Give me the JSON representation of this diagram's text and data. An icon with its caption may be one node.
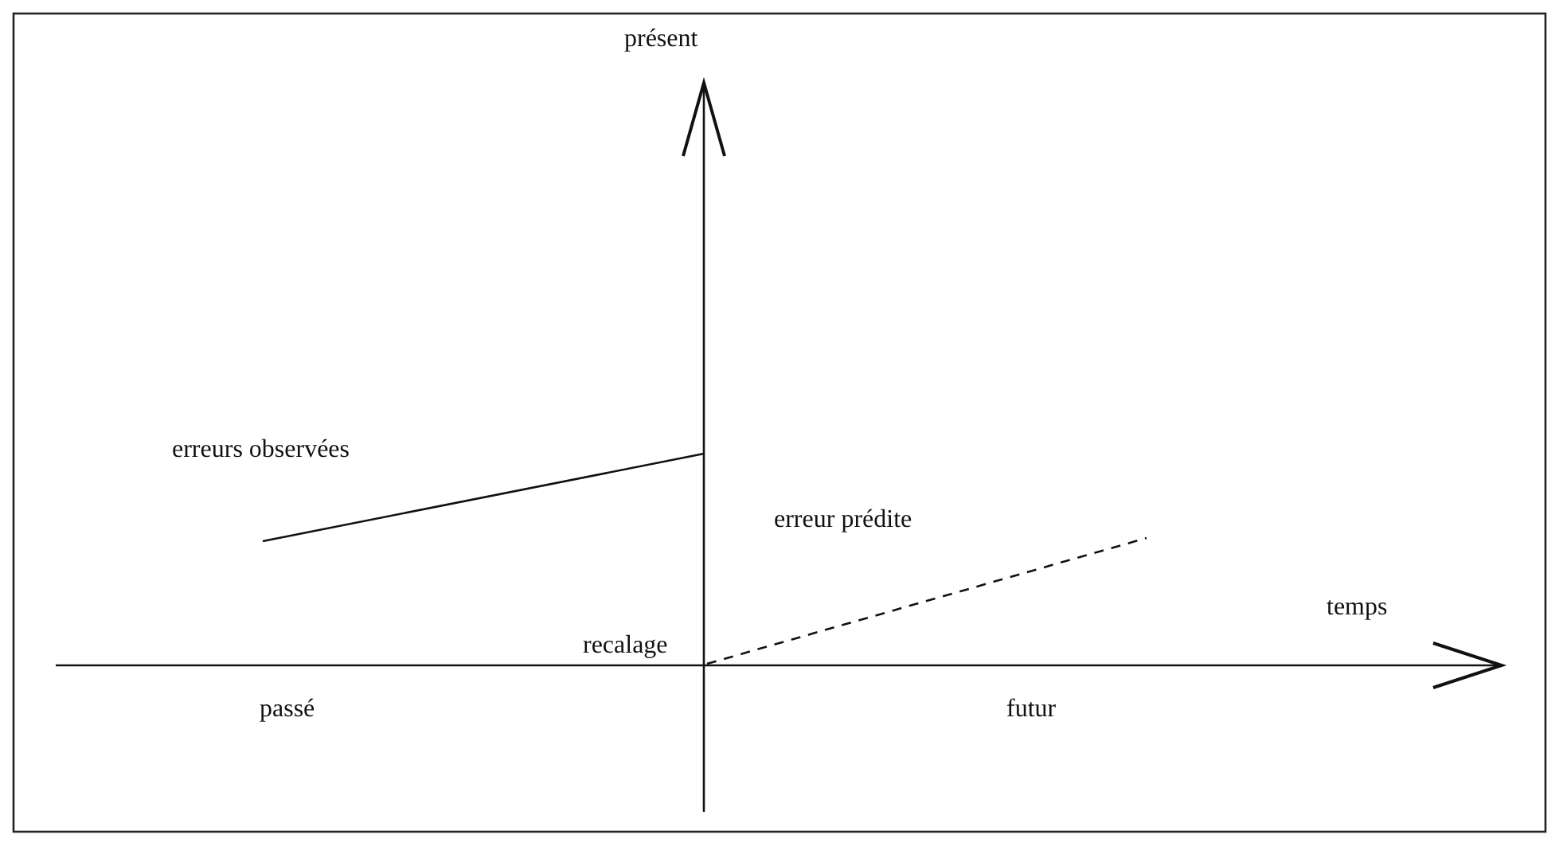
{
  "diagram": {
    "labels": [
      "présent",
      "erreurs observées",
      "erreur prédite",
      "temps",
      "recalage",
      "passé",
      "futur"
    ]
  }
}
